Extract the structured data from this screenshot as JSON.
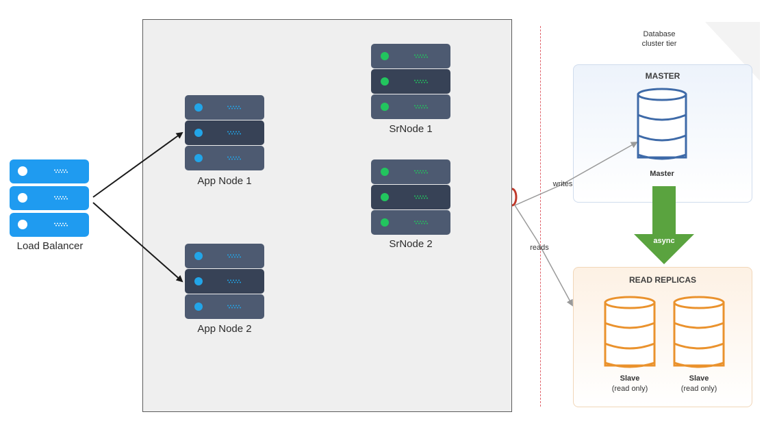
{
  "nodes": {
    "load_balancer": "Load Balancer",
    "app_node_1": "App Node 1",
    "app_node_2": "App Node 2",
    "sr_node_1": "SrNode 1",
    "sr_node_2": "SrNode 2"
  },
  "database": {
    "tier_title": "Database cluster tier",
    "master_header": "MASTER",
    "master_label": "Master",
    "replicas_header": "READ REPLICAS",
    "slave_label": "Slave",
    "slave_note": "(read only)",
    "async_label": "async"
  },
  "edges": {
    "writes": "writes",
    "reads": "reads"
  },
  "colors": {
    "load_balancer": "#1f9bf0",
    "server_body": "#4d5a71",
    "server_mid": "#374256",
    "blue_light": "#22a5e8",
    "green_light": "#22c55e",
    "master_db": "#3e6aa8",
    "slave_db": "#ea922d",
    "async_arrow": "#5aa33f"
  },
  "icons": {
    "server": "server-rack-icon",
    "database": "database-cylinder-icon"
  }
}
